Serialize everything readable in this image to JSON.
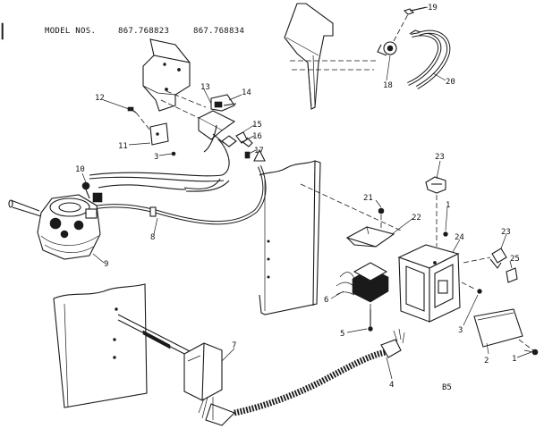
{
  "header": {
    "model_label": "MODEL NOS.",
    "model_1": "867.768823",
    "model_2": "867.768834"
  },
  "callouts": [
    "1",
    "2",
    "3",
    "4",
    "5",
    "6",
    "7",
    "8",
    "9",
    "10",
    "11",
    "12",
    "13",
    "14",
    "15",
    "16",
    "17",
    "18",
    "19",
    "20",
    "21",
    "22",
    "23",
    "24",
    "25"
  ],
  "footer_code": "B5"
}
